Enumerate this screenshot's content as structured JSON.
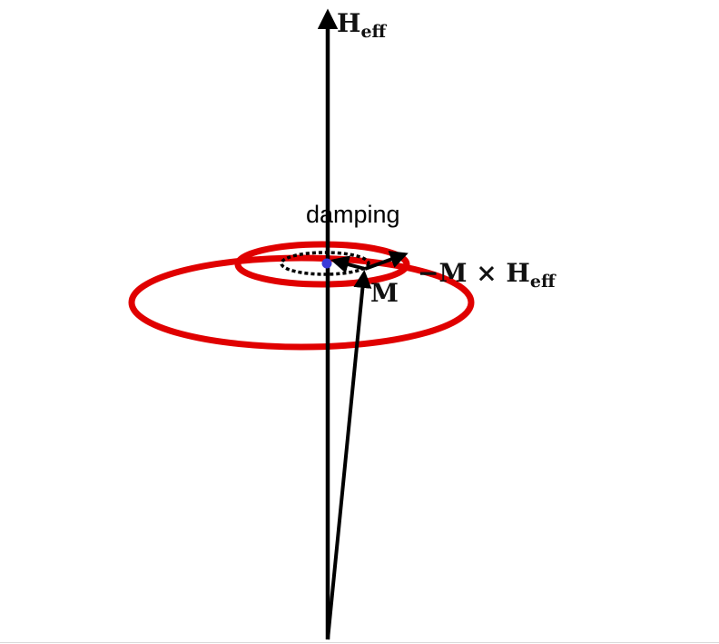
{
  "labels": {
    "h_eff_main": "H",
    "h_eff_sub": "eff",
    "damping": "damping",
    "torque_prefix": "−M × H",
    "torque_sub": "eff",
    "magnetization": "M"
  },
  "colors": {
    "trajectory": "#e00000",
    "axis": "#000000",
    "center_dot": "#3a3ad8",
    "dotted_circle": "#000000"
  }
}
